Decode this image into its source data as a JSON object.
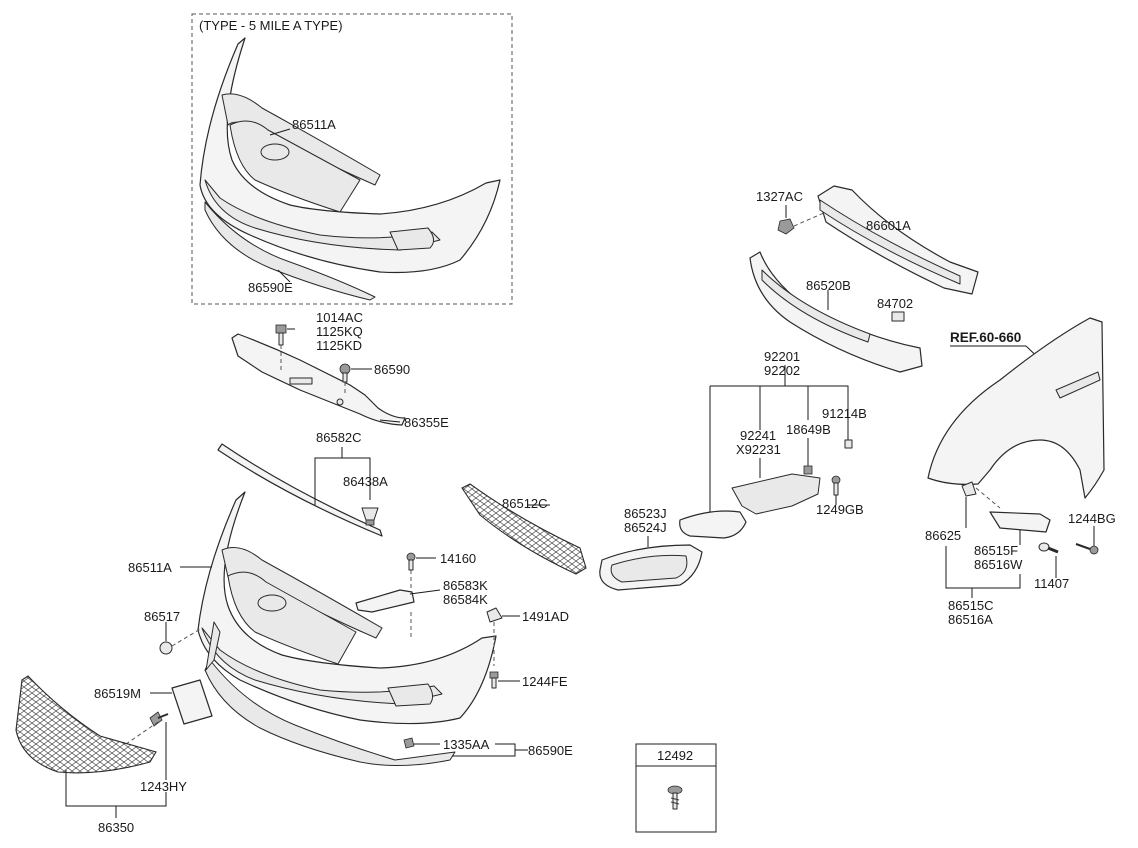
{
  "type_box_title": "(TYPE - 5 MILE A TYPE)",
  "reference_label": "REF.60-660",
  "inset_part_number": "12492",
  "labels": {
    "p86511A_top": "86511A",
    "p86590E_top": "86590E",
    "p1014AC": "1014AC",
    "p1125KQ": "1125KQ",
    "p1125KD": "1125KD",
    "p86590": "86590",
    "p86355E": "86355E",
    "p86582C": "86582C",
    "p86438A": "86438A",
    "p86511A": "86511A",
    "p14160": "14160",
    "p86583K": "86583K",
    "p86584K": "86584K",
    "p86517": "86517",
    "p1491AD": "1491AD",
    "p1244FE": "1244FE",
    "p86519M": "86519M",
    "p1335AA": "1335AA",
    "p86590E": "86590E",
    "p1243HY": "1243HY",
    "p86350": "86350",
    "p86512C": "86512C",
    "p86523J": "86523J",
    "p86524J": "86524J",
    "p92201": "92201",
    "p92202": "92202",
    "p92241": "92241",
    "pX92231": "X92231",
    "p18649B": "18649B",
    "p91214B": "91214B",
    "p1249GB": "1249GB",
    "p1327AC": "1327AC",
    "p86601A": "86601A",
    "p86520B": "86520B",
    "p84702": "84702",
    "p86625": "86625",
    "p86515F": "86515F",
    "p86516W": "86516W",
    "p1244BG": "1244BG",
    "p11407": "11407",
    "p86515C": "86515C",
    "p86516A": "86516A"
  }
}
